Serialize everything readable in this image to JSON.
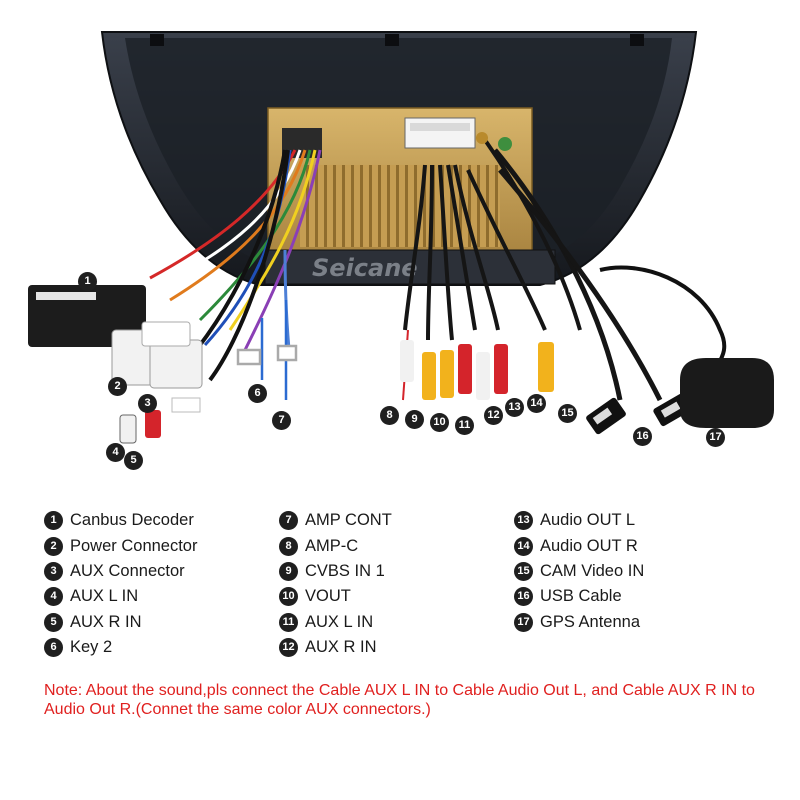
{
  "brand": "Seicane",
  "colors": {
    "note": "#e0201f",
    "callout": "#1f1f1f",
    "housing": "#262b34",
    "chassis": "#c9a35a",
    "rca_red": "#d4242b",
    "rca_white": "#f1f1f1",
    "rca_yellow": "#f2b21c"
  },
  "legend": {
    "col1": [
      {
        "num": "1",
        "label": "Canbus Decoder"
      },
      {
        "num": "2",
        "label": "Power Connector"
      },
      {
        "num": "3",
        "label": "AUX Connector"
      },
      {
        "num": "4",
        "label": "AUX L IN"
      },
      {
        "num": "5",
        "label": "AUX R IN"
      },
      {
        "num": "6",
        "label": "Key 2"
      }
    ],
    "col2": [
      {
        "num": "7",
        "label": "AMP CONT"
      },
      {
        "num": "8",
        "label": "AMP-C"
      },
      {
        "num": "9",
        "label": "CVBS IN 1"
      },
      {
        "num": "10",
        "label": "VOUT"
      },
      {
        "num": "11",
        "label": "AUX L IN"
      },
      {
        "num": "12",
        "label": "AUX R IN"
      }
    ],
    "col3": [
      {
        "num": "13",
        "label": "Audio OUT L"
      },
      {
        "num": "14",
        "label": "Audio OUT R"
      },
      {
        "num": "15",
        "label": "CAM Video IN"
      },
      {
        "num": "16",
        "label": "USB Cable"
      },
      {
        "num": "17",
        "label": "GPS Antenna"
      }
    ]
  },
  "callouts": [
    "1",
    "2",
    "3",
    "4",
    "5",
    "6",
    "7",
    "8",
    "9",
    "10",
    "11",
    "12",
    "13",
    "14",
    "15",
    "16",
    "17"
  ],
  "note": "Note: About the sound,pls connect the Cable AUX L IN to Cable Audio Out L, and Cable AUX R IN to  Audio Out R.(Connet the same color AUX connectors.)"
}
